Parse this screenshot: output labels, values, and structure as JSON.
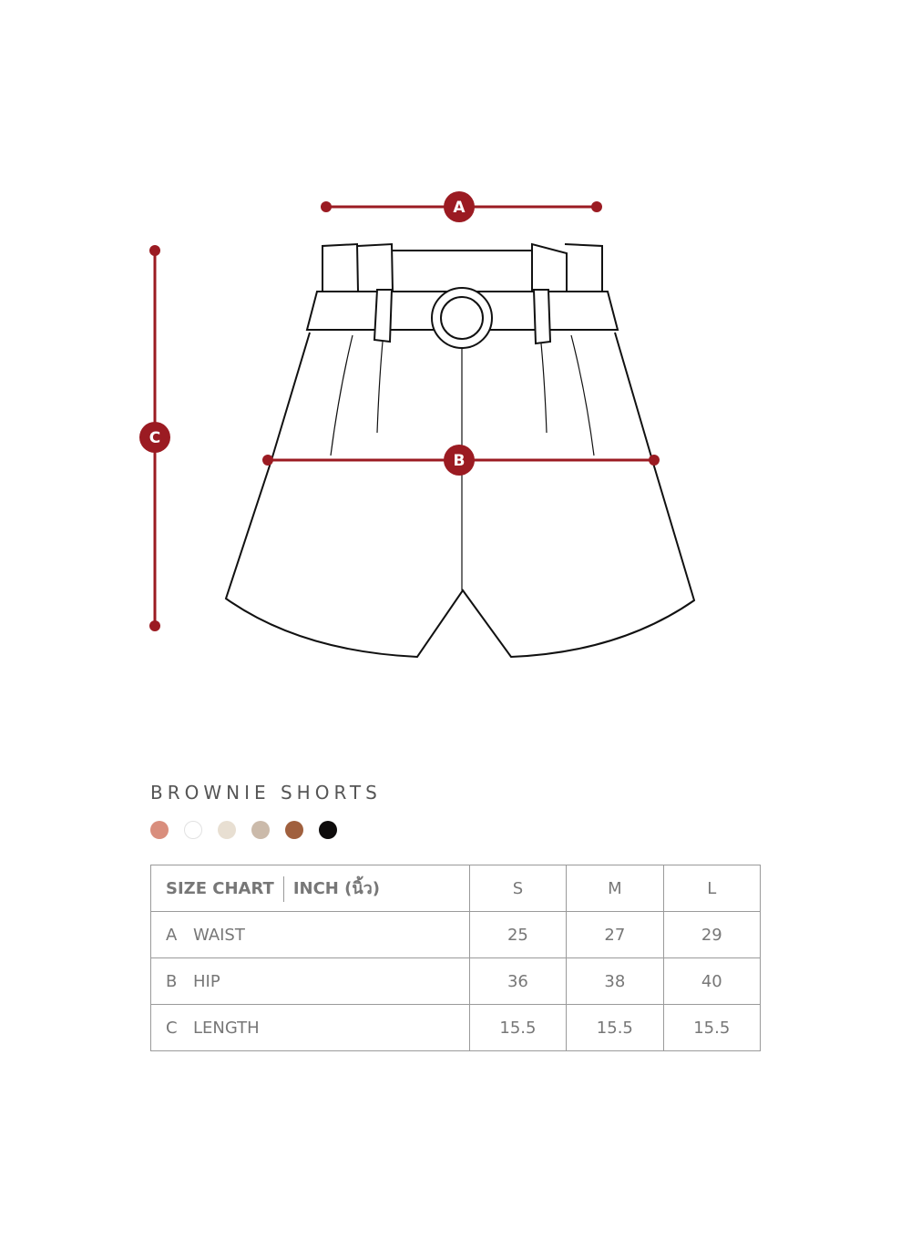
{
  "diagram": {
    "markers": {
      "a": "A",
      "b": "B",
      "c": "C"
    }
  },
  "product_title": "BROWNIE SHORTS",
  "colors": [
    "#d98e7d",
    "#ffffff",
    "#e8dfd2",
    "#cbbaaa",
    "#a0603e",
    "#0e0c0c"
  ],
  "accent": "#9b1b22",
  "table": {
    "header": {
      "title": "SIZE CHART",
      "unit": "INCH (นิ้ว)",
      "sizes": [
        "S",
        "M",
        "L"
      ]
    },
    "rows": [
      {
        "letter": "A",
        "name": "WAIST",
        "values": [
          "25",
          "27",
          "29"
        ]
      },
      {
        "letter": "B",
        "name": "HIP",
        "values": [
          "36",
          "38",
          "40"
        ]
      },
      {
        "letter": "C",
        "name": "LENGTH",
        "values": [
          "15.5",
          "15.5",
          "15.5"
        ]
      }
    ]
  }
}
